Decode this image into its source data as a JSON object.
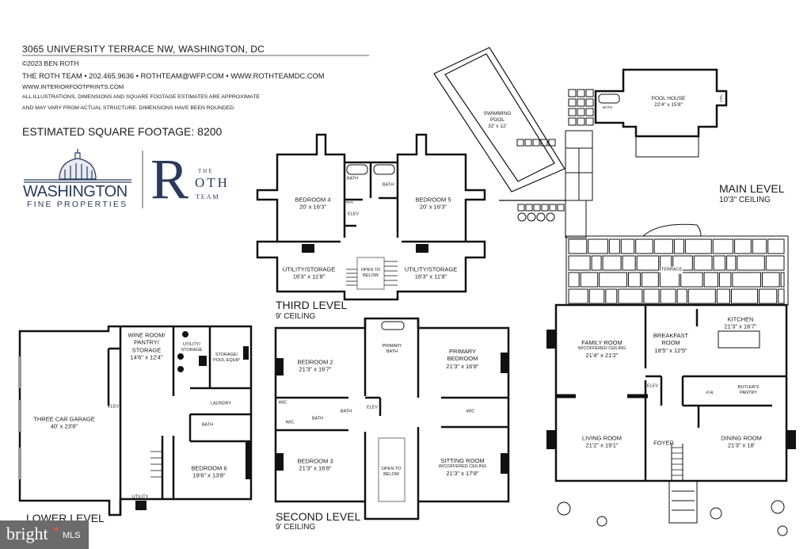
{
  "header": {
    "address": "3065 UNIVERSITY TERRACE NW, WASHINGTON, DC",
    "copyright": "©2023 BEN ROTH",
    "contact": "THE ROTH TEAM • 202.465.9636 • ROTHTEAM@WFP.COM • WWW.ROTHTEAMDC.COM",
    "website": "WWW.INTERIORFOOTPRINTS.COM",
    "disclaimer_1": "ALL ILLUSTRATIONS, DIMENSIONS AND SQUARE FOOTAGE ESTIMATES ARE APPROXIMATE",
    "disclaimer_2": "AND MAY VARY FROM ACTUAL STRUCTURE. DIMENSIONS HAVE BEEN ROUNDED.",
    "square_footage": "ESTIMATED SQUARE FOOTAGE: 8200"
  },
  "logos": {
    "wfp_name": "WASHINGTON",
    "wfp_sub": "FINE PROPERTIES",
    "roth_r": "R",
    "roth_the": "THE",
    "roth_oth": "OTH",
    "roth_team": "TEAM",
    "brand_color": "#2b3a5c"
  },
  "levels": {
    "third": {
      "title": "THIRD LEVEL",
      "ceiling": "9' CEILING",
      "rooms": [
        {
          "name": "BEDROOM 4",
          "dim": "20' x 16'3\""
        },
        {
          "name": "BEDROOM 5",
          "dim": "20' x 16'3\""
        },
        {
          "name": "UTILITY/STORAGE",
          "dim": "16'3\" x 11'8\""
        },
        {
          "name": "UTILITY/STORAGE",
          "dim": "16'3\" x 11'8\""
        },
        {
          "name": "OPEN TO",
          "dim": "BELOW"
        },
        {
          "name": "BATH"
        },
        {
          "name": "BATH"
        },
        {
          "name": "ELEV"
        },
        {
          "name": "LINEN"
        }
      ]
    },
    "lower": {
      "title": "LOWER LEVEL",
      "rooms": [
        {
          "name": "WINE ROOM/",
          "name2": "PANTRY/",
          "name3": "STORAGE",
          "dim": "14'6\" x 12'4\""
        },
        {
          "name": "UTILITY/",
          "name2": "STORAGE"
        },
        {
          "name": "STORAGE/",
          "name2": "POOL EQUIP"
        },
        {
          "name": "THREE CAR GARAGE",
          "dim": "40' x 23'8\""
        },
        {
          "name": "ELEV"
        },
        {
          "name": "LAUNDRY"
        },
        {
          "name": "BATH"
        },
        {
          "name": "BEDROOM 6",
          "dim": "18'6\" x 13'8\""
        },
        {
          "name": "UTILITY"
        }
      ]
    },
    "second": {
      "title": "SECOND LEVEL",
      "ceiling": "9' CEILING",
      "rooms": [
        {
          "name": "BEDROOM 2",
          "dim": "21'3\" x 16'7\""
        },
        {
          "name": "PRIMARY",
          "name2": "BATH"
        },
        {
          "name": "PRIMARY",
          "name2": "BEDROOM",
          "dim": "21'3\" x 16'8\""
        },
        {
          "name": "WIC"
        },
        {
          "name": "WIC"
        },
        {
          "name": "BATH"
        },
        {
          "name": "BATH"
        },
        {
          "name": "ELEV"
        },
        {
          "name": "WIC"
        },
        {
          "name": "BEDROOM 3",
          "dim": "21'3\" x 16'8\""
        },
        {
          "name": "OPEN TO",
          "dim": "BELOW"
        },
        {
          "name": "SITTING ROOM",
          "name2": "W/COFFERED CEILING",
          "dim": "21'3\" x 17'8\""
        }
      ]
    },
    "main": {
      "title": "MAIN LEVEL",
      "ceiling": "10'3\" CEILING",
      "rooms": [
        {
          "name": "SWIMMING",
          "name2": "POOL",
          "dim": "32' x 12'"
        },
        {
          "name": "POOL HOUSE",
          "dim": "22'4\" x 15'8\""
        },
        {
          "name": "BATH"
        },
        {
          "name": "UTIL"
        },
        {
          "name": "TERRACE"
        },
        {
          "name": "FAMILY ROOM",
          "name2": "W/COFFERED CEILING",
          "dim": "21'4\" x 21'2\""
        },
        {
          "name": "BREAKFAST",
          "name2": "ROOM",
          "dim": "18'5\" x 12'5\""
        },
        {
          "name": "KITCHEN",
          "dim": "21'3\" x 16'7\""
        },
        {
          "name": "ELEV"
        },
        {
          "name": "P.R."
        },
        {
          "name": "BUTLER'S",
          "name2": "PANTRY"
        },
        {
          "name": "LIVING ROOM",
          "dim": "21'2\" x 19'1\""
        },
        {
          "name": "FOYER"
        },
        {
          "name": "DINING ROOM",
          "dim": "21'3\" x 18'"
        }
      ]
    }
  },
  "watermark": {
    "brand": "bright",
    "suffix": "MLS",
    "accent": "#e0573a"
  }
}
